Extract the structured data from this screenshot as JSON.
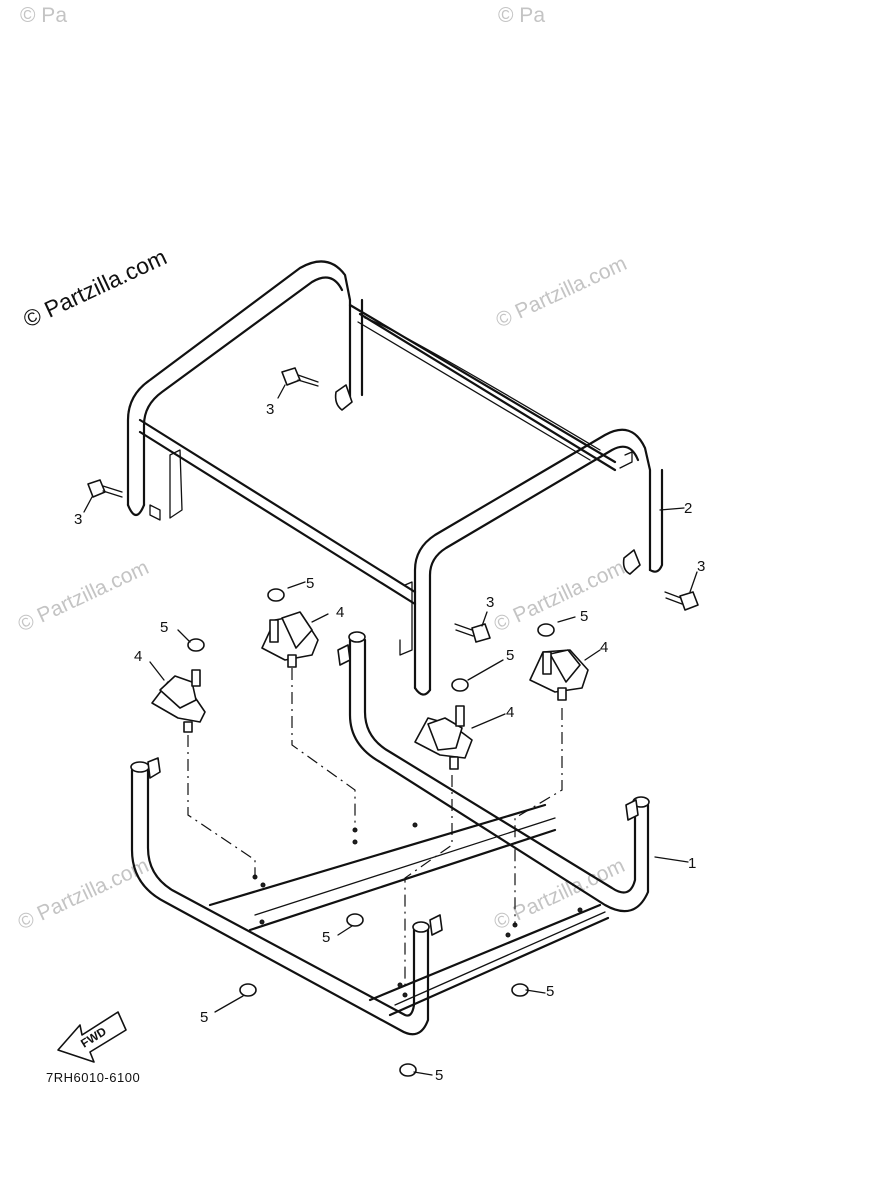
{
  "watermark": {
    "main": "© Partzilla.com",
    "faint": "© Partzilla.com",
    "cut": "© Pa"
  },
  "callouts": {
    "frame_lower": "1",
    "frame_upper": "2",
    "bolt": "3",
    "mount": "4",
    "nut": "5"
  },
  "direction_arrow": "FWD",
  "diagram_code": "7RH6010-6100"
}
